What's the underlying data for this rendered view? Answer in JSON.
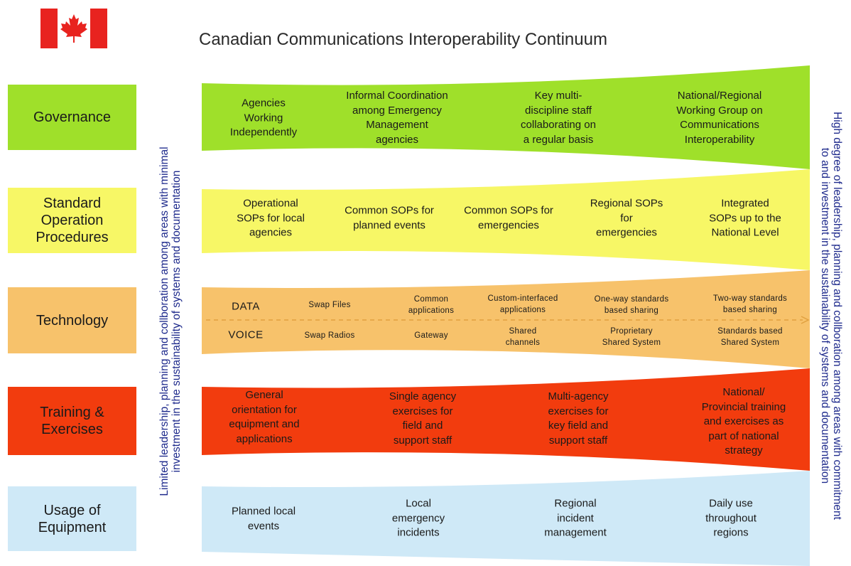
{
  "title": "Canadian Communications Interoperability Continuum",
  "colors": {
    "governance": "#9fe02a",
    "sop": "#f7f766",
    "technology": "#f7c26b",
    "training": "#f23c0e",
    "equipment": "#cfe9f7",
    "axis_text": "#1e2a8c",
    "flag_red": "#e8231f"
  },
  "icons": {
    "flag": "canada-flag-icon",
    "arrow": "dashed-arrow-icon"
  },
  "left_axis": {
    "line1": "Limited leadership, planning and collboration among areas with minimal",
    "line2": "investment in the sustainability of systems and documentation"
  },
  "right_axis": {
    "line1": "High degree of leadership, planning and collboration among areas with commitment",
    "line2": "to and investment in the sustainability of systems and documentation"
  },
  "categories": {
    "governance": "Governance",
    "sop": [
      "Standard",
      "Operation",
      "Procedures"
    ],
    "technology": "Technology",
    "training": [
      "Training &",
      "Exercises"
    ],
    "equipment": [
      "Usage of",
      "Equipment"
    ]
  },
  "governance": [
    [
      "Agencies",
      "Working",
      "Independently"
    ],
    [
      "Informal Coordination",
      "among Emergency",
      "Management",
      "agencies"
    ],
    [
      "Key multi-",
      "discipline staff",
      "collaborating on",
      "a regular basis"
    ],
    [
      "National/Regional",
      "Working Group on",
      "Communications",
      "Interoperability"
    ]
  ],
  "sop": [
    [
      "Operational",
      "SOPs for local",
      "agencies"
    ],
    [
      "Common SOPs for",
      "planned events"
    ],
    [
      "Common SOPs for",
      "emergencies"
    ],
    [
      "Regional SOPs",
      "for",
      "emergencies"
    ],
    [
      "Integrated",
      "SOPs up to the",
      "National Level"
    ]
  ],
  "technology": {
    "data_label": "DATA",
    "voice_label": "VOICE",
    "data": [
      [
        "Swap Files"
      ],
      [
        "Common",
        "applications"
      ],
      [
        "Custom-interfaced",
        "applications"
      ],
      [
        "One-way standards",
        "based sharing"
      ],
      [
        "Two-way standards",
        "based sharing"
      ]
    ],
    "voice": [
      [
        "Swap Radios"
      ],
      [
        "Gateway"
      ],
      [
        "Shared",
        "channels"
      ],
      [
        "Proprietary",
        "Shared System"
      ],
      [
        "Standards based",
        "Shared System"
      ]
    ]
  },
  "training": [
    [
      "General",
      "orientation for",
      "equipment and",
      "applications"
    ],
    [
      "Single agency",
      "exercises for",
      "field and",
      "support staff"
    ],
    [
      "Multi-agency",
      "exercises for",
      "key field and",
      "support staff"
    ],
    [
      "National/",
      "Provincial training",
      "and exercises as",
      "part of national",
      "strategy"
    ]
  ],
  "equipment": [
    [
      "Planned local",
      "events"
    ],
    [
      "Local",
      "emergency",
      "incidents"
    ],
    [
      "Regional",
      "incident",
      "management"
    ],
    [
      "Daily use",
      "throughout",
      "regions"
    ]
  ]
}
